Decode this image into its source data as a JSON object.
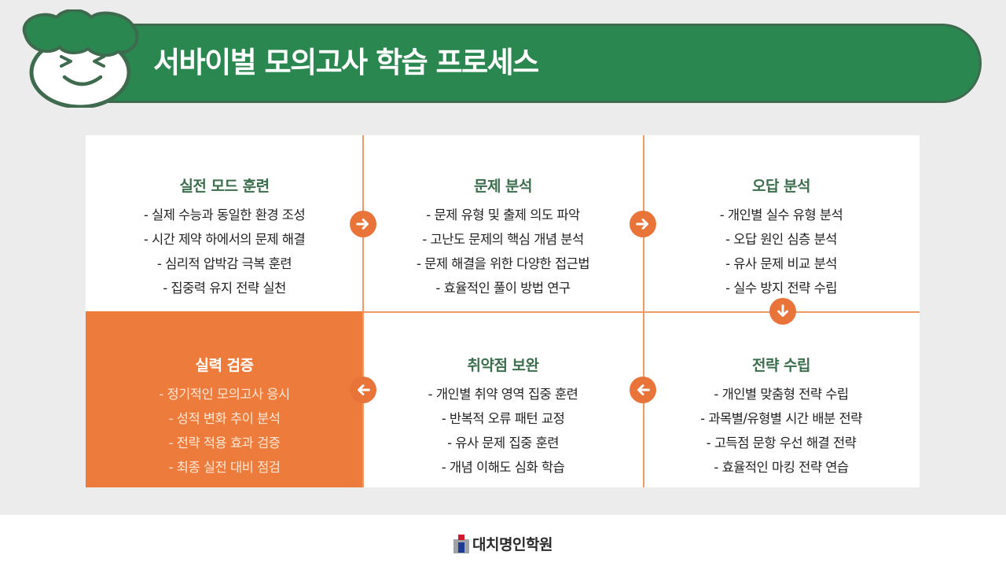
{
  "header": {
    "title": "서바이벌 모의고사 학습 프로세스",
    "mascot": "smiling-face-mascot"
  },
  "colors": {
    "banner_green": "#2a8750",
    "title_green": "#3b6e4d",
    "accent_orange": "#ed7b3b",
    "background": "#ececec"
  },
  "process": {
    "steps": [
      {
        "title": "실전 모드 훈련",
        "items": [
          "- 실제 수능과 동일한 환경 조성",
          "- 시간 제약 하에서의 문제 해결",
          "- 심리적 압박감 극복 훈련",
          "- 집중력 유지 전략 실천"
        ]
      },
      {
        "title": "문제 분석",
        "items": [
          "- 문제 유형 및 출제 의도 파악",
          "- 고난도 문제의 핵심 개념 분석",
          "- 문제 해결을 위한 다양한 접근법",
          "- 효율적인 풀이 방법 연구"
        ]
      },
      {
        "title": "오답 분석",
        "items": [
          "- 개인별 실수 유형 분석",
          "- 오답 원인 심층 분석",
          "- 유사 문제 비교 분석",
          "- 실수 방지 전략 수립"
        ]
      },
      {
        "title": "전략 수립",
        "items": [
          "- 개인별 맞춤형 전략 수립",
          "- 과목별/유형별 시간 배분 전략",
          "- 고득점 문항 우선 해결 전략",
          "- 효율적인 마킹 전략 연습"
        ]
      },
      {
        "title": "취약점 보완",
        "items": [
          "- 개인별 취약 영역 집중 훈련",
          "- 반복적 오류 패턴 교정",
          "- 유사 문제 집중 훈련",
          "- 개념 이해도 심화 학습"
        ]
      },
      {
        "title": "실력 검증",
        "items": [
          "- 정기적인 모의고사 응시",
          "- 성적 변화 추이 분석",
          "- 전략 적용 효과 검증",
          "- 최종 실전 대비 점검"
        ]
      }
    ],
    "arrows": [
      "arrow-right",
      "arrow-right",
      "arrow-down",
      "arrow-left",
      "arrow-left"
    ]
  },
  "footer": {
    "logo_text": "대치명인학원"
  }
}
